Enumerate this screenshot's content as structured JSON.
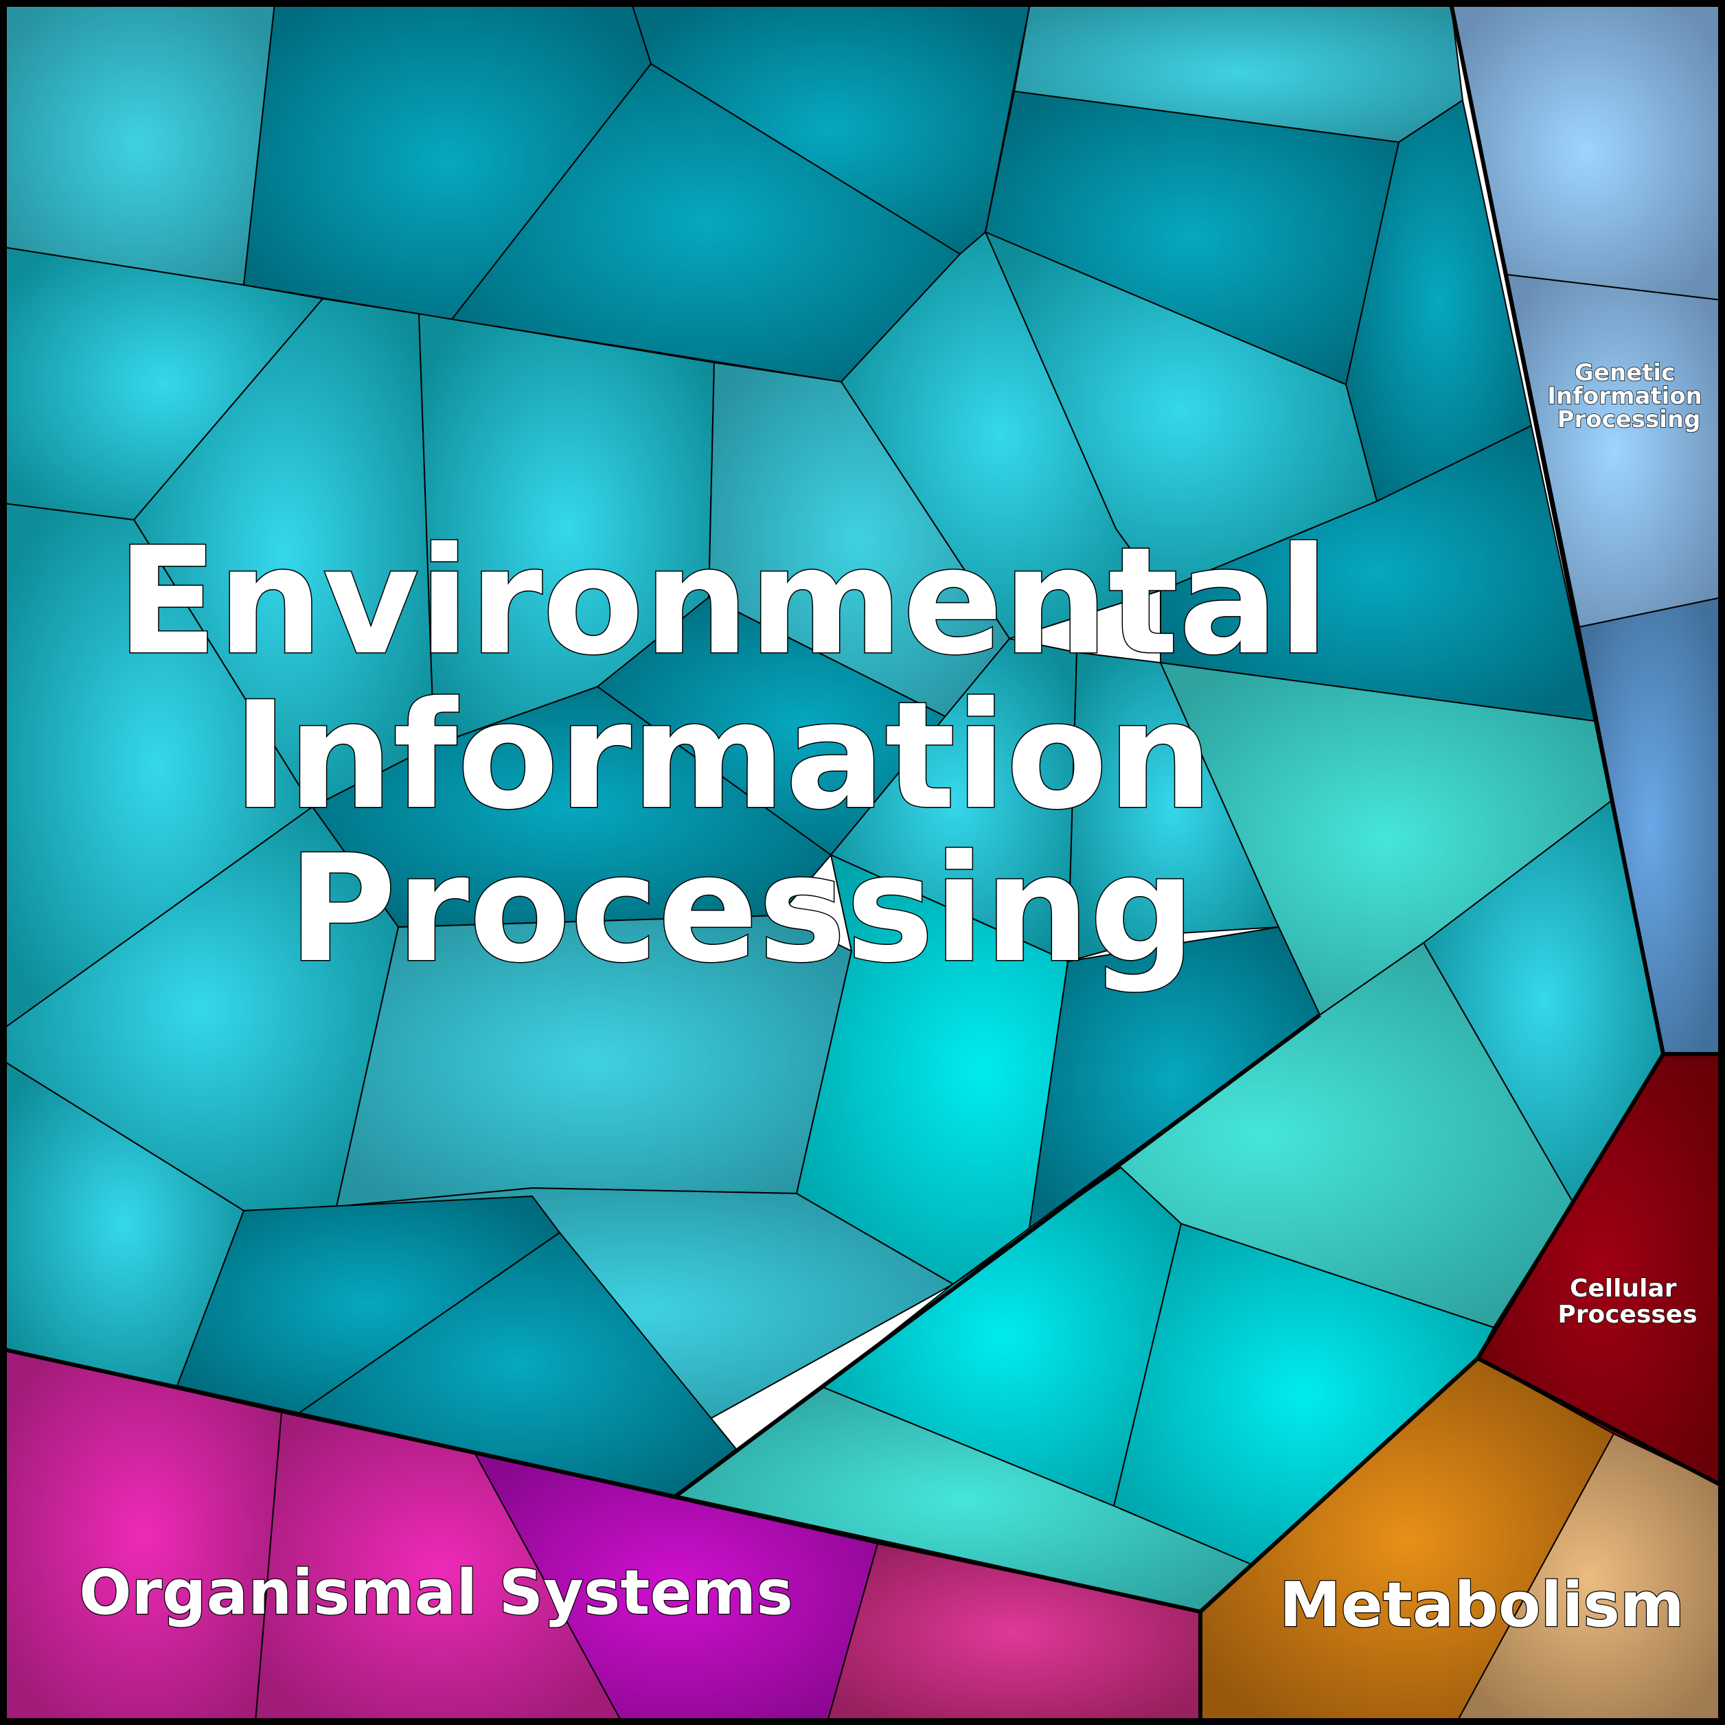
{
  "treemap": {
    "groups": [
      {
        "id": "env",
        "label_lines": [
          "Environmental",
          "Information",
          "Processing"
        ],
        "color": "#0aa6b5"
      },
      {
        "id": "gen",
        "label_lines": [
          "Genetic",
          "Information",
          "Processing"
        ],
        "color": "#6f9fd0"
      },
      {
        "id": "cell",
        "label_lines": [
          "Cellular",
          "Processes"
        ],
        "color": "#8a0010"
      },
      {
        "id": "org",
        "label_lines": [
          "Organismal Systems"
        ],
        "color": "#b0207a"
      },
      {
        "id": "met",
        "label_lines": [
          "Metabolism"
        ],
        "color": "#b06a10"
      }
    ]
  }
}
